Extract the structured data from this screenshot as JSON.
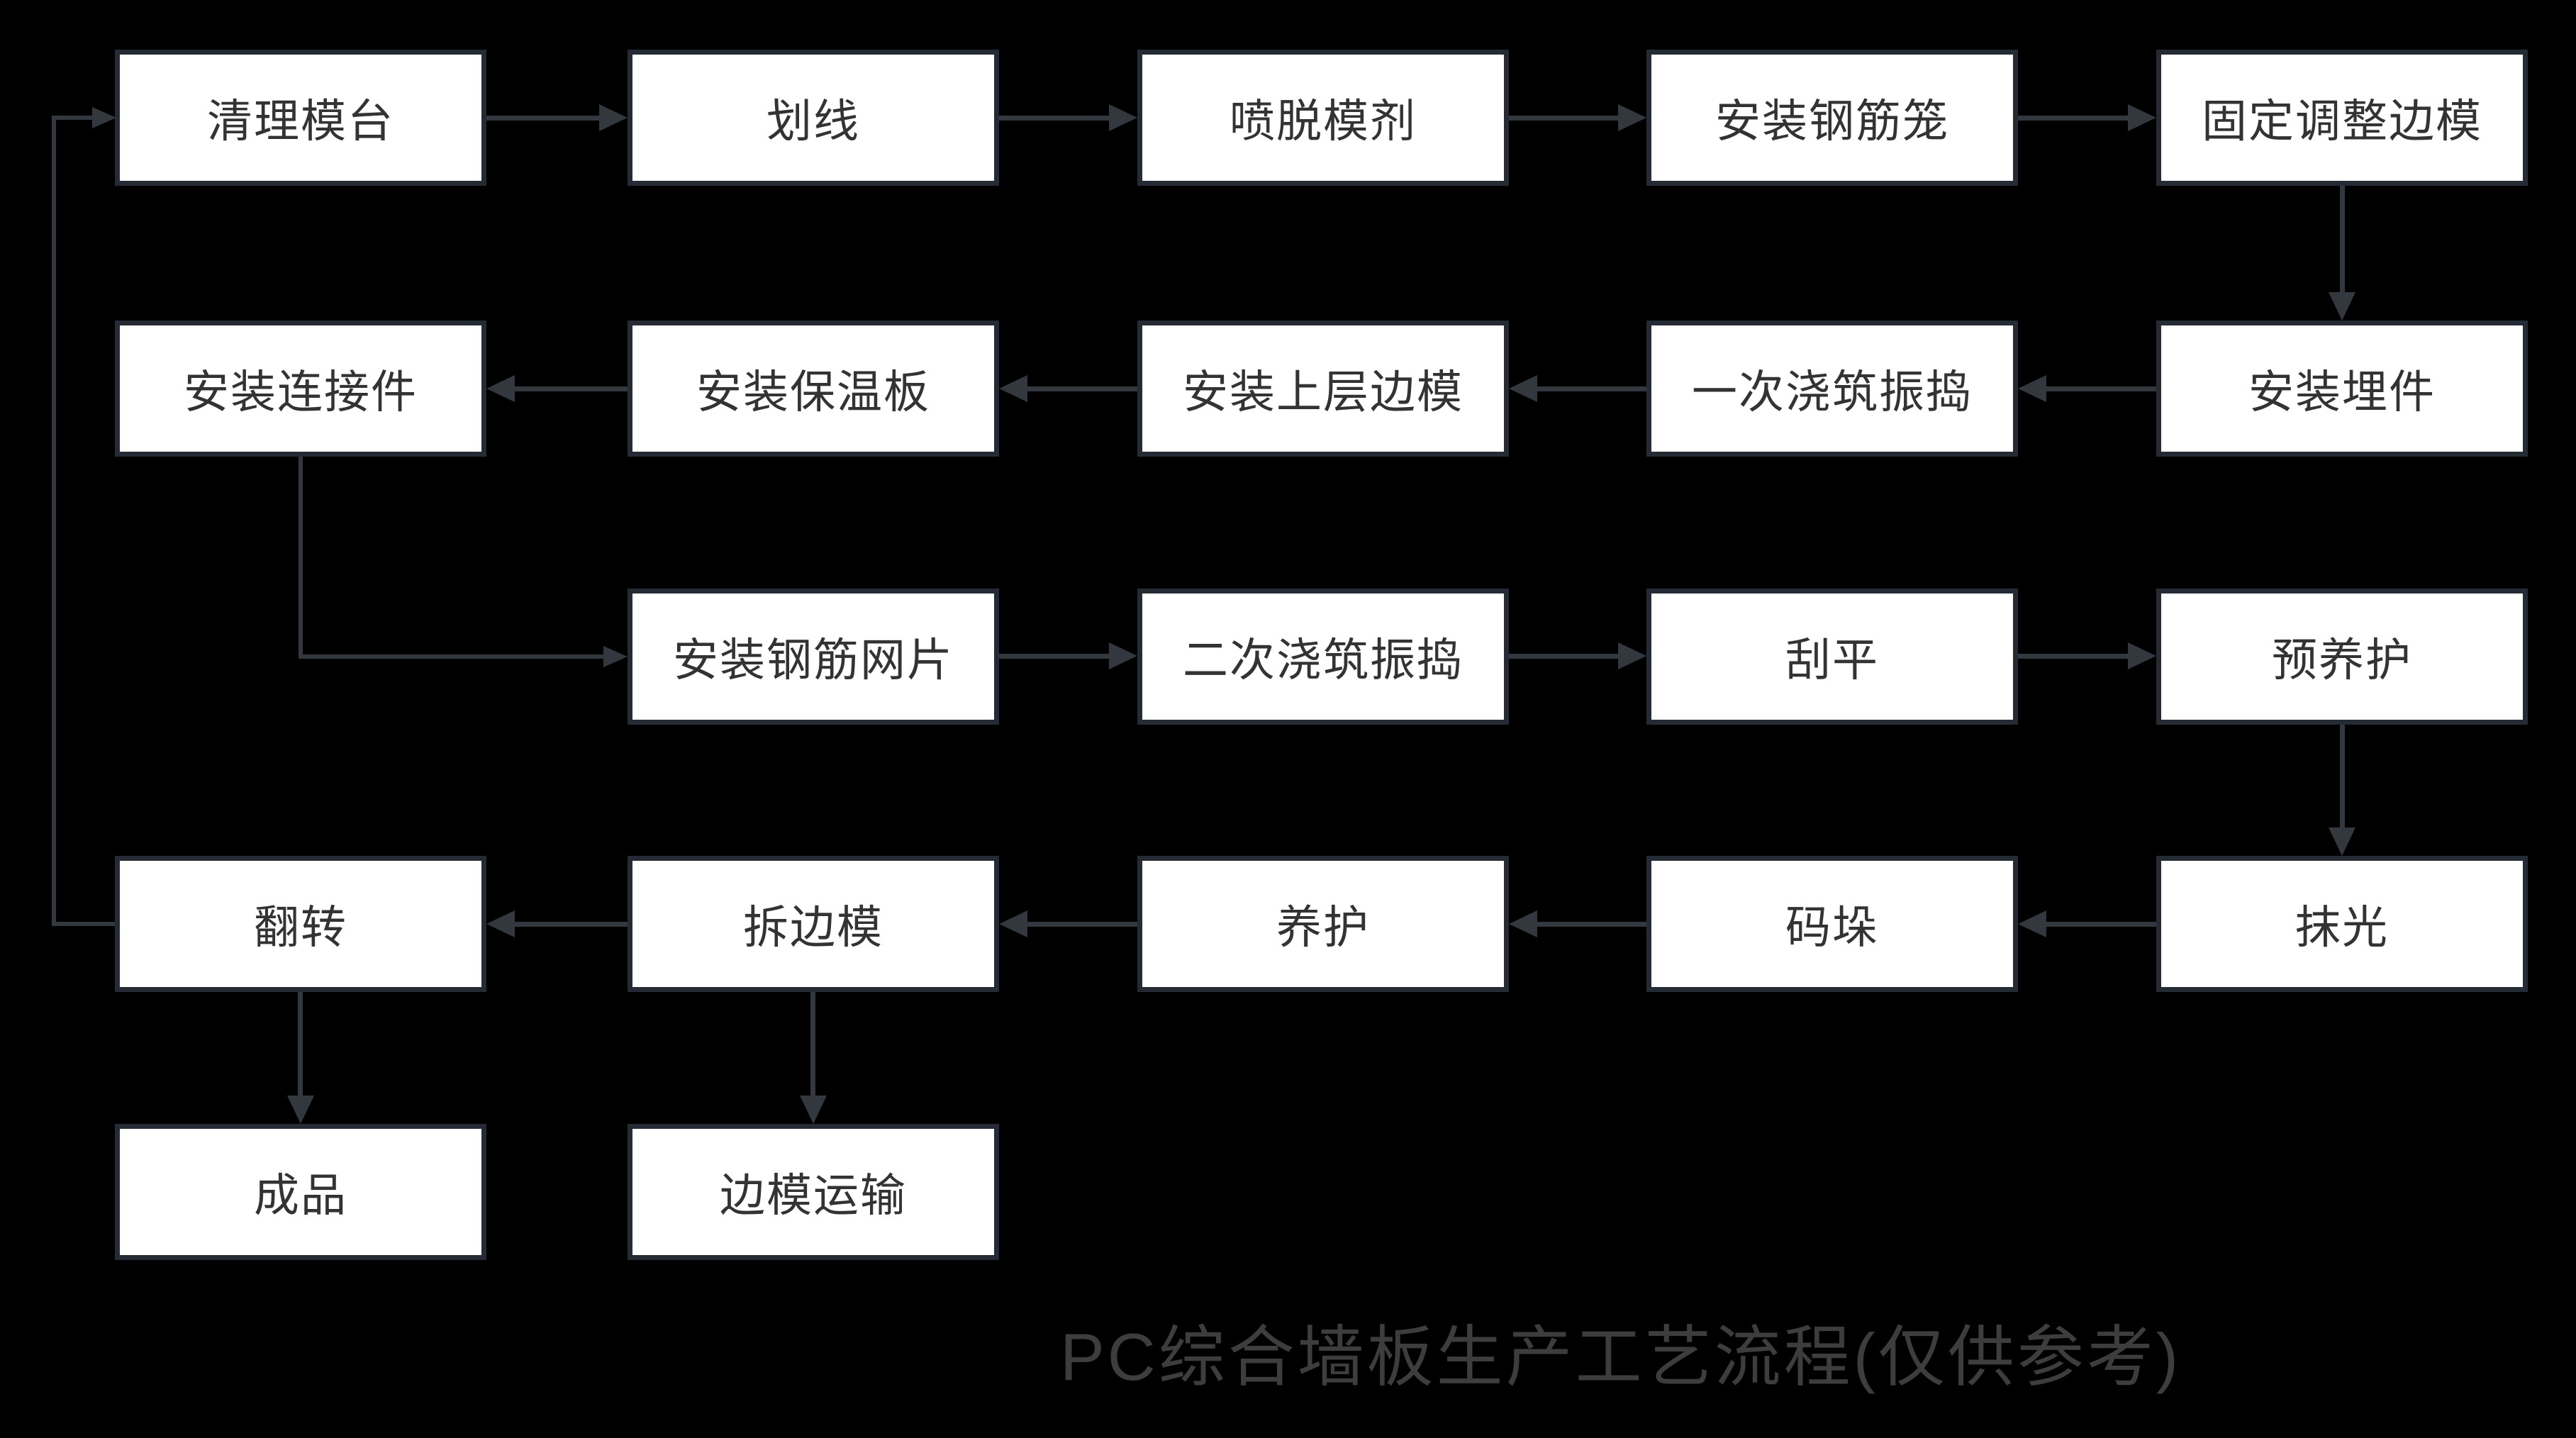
{
  "diagram": {
    "title": "PC综合墙板生产工艺流程(仅供参考)",
    "type": "flowchart",
    "nodes": [
      {
        "label": "清理模台"
      },
      {
        "label": "划线"
      },
      {
        "label": "喷脱模剂"
      },
      {
        "label": "安装钢筋笼"
      },
      {
        "label": "固定调整边模"
      },
      {
        "label": "安装埋件"
      },
      {
        "label": "一次浇筑振捣"
      },
      {
        "label": "安装上层边模"
      },
      {
        "label": "安装保温板"
      },
      {
        "label": "安装连接件"
      },
      {
        "label": "安装钢筋网片"
      },
      {
        "label": "二次浇筑振捣"
      },
      {
        "label": "刮平"
      },
      {
        "label": "预养护"
      },
      {
        "label": "抹光"
      },
      {
        "label": "码垛"
      },
      {
        "label": "养护"
      },
      {
        "label": "拆边模"
      },
      {
        "label": "翻转"
      },
      {
        "label": "成品"
      },
      {
        "label": "边模运输"
      }
    ],
    "edges": [
      {
        "from": "清理模台",
        "to": "划线"
      },
      {
        "from": "划线",
        "to": "喷脱模剂"
      },
      {
        "from": "喷脱模剂",
        "to": "安装钢筋笼"
      },
      {
        "from": "安装钢筋笼",
        "to": "固定调整边模"
      },
      {
        "from": "固定调整边模",
        "to": "安装埋件"
      },
      {
        "from": "安装埋件",
        "to": "一次浇筑振捣"
      },
      {
        "from": "一次浇筑振捣",
        "to": "安装上层边模"
      },
      {
        "from": "安装上层边模",
        "to": "安装保温板"
      },
      {
        "from": "安装保温板",
        "to": "安装连接件"
      },
      {
        "from": "安装连接件",
        "to": "安装钢筋网片"
      },
      {
        "from": "安装钢筋网片",
        "to": "二次浇筑振捣"
      },
      {
        "from": "二次浇筑振捣",
        "to": "刮平"
      },
      {
        "from": "刮平",
        "to": "预养护"
      },
      {
        "from": "预养护",
        "to": "抹光"
      },
      {
        "from": "抹光",
        "to": "码垛"
      },
      {
        "from": "码垛",
        "to": "养护"
      },
      {
        "from": "养护",
        "to": "拆边模"
      },
      {
        "from": "拆边模",
        "to": "翻转"
      },
      {
        "from": "翻转",
        "to": "成品"
      },
      {
        "from": "拆边模",
        "to": "边模运输"
      },
      {
        "from": "翻转",
        "to": "清理模台"
      }
    ],
    "colors": {
      "background": "#000000",
      "node_fill": "#ffffff",
      "node_border": "#242b34",
      "arrow": "#33383f",
      "node_text": "#333333",
      "title_text": "#3d3d3d"
    }
  }
}
